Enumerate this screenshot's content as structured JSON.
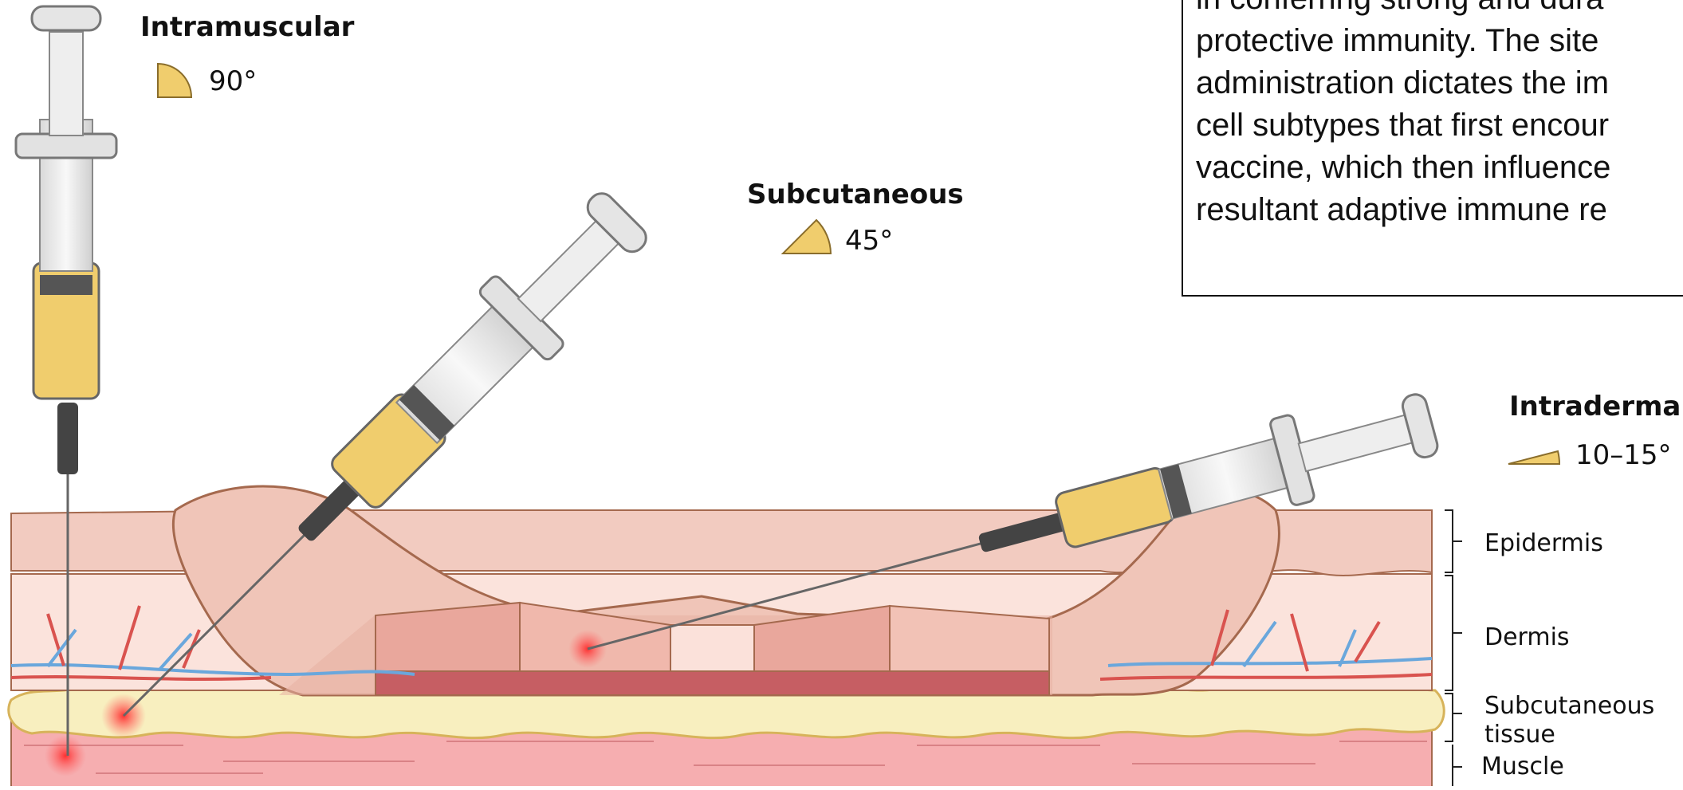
{
  "routes": {
    "intramuscular": {
      "title": "Intramuscular",
      "angle": "90°"
    },
    "subcutaneous": {
      "title": "Subcutaneous",
      "angle": "45°"
    },
    "intradermal": {
      "title": "Intradermal",
      "angle": "10–15°"
    }
  },
  "layers": {
    "epidermis": "Epidermis",
    "dermis": "Dermis",
    "subcutaneous": "Subcutaneous tissue",
    "muscle": "Muscle"
  },
  "caption": "in conferring strong and dura\nprotective immunity. The site\nadministration dictates the im\ncell subtypes that first encour\nvaccine, which then influence\nresultant adaptive immune re",
  "colors": {
    "epidermis": "#f2cbc0",
    "dermis": "#fbe3dc",
    "fat": "#f8efbf",
    "muscle": "#f6aeb0",
    "vaccine": "#f0cd6d",
    "vein": "#6aa7dc",
    "artery": "#d9534f",
    "outline": "#a5694e"
  }
}
